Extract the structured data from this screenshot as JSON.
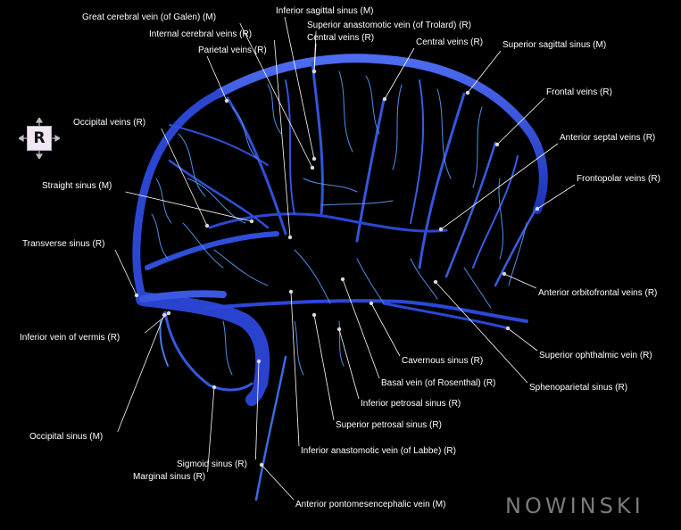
{
  "orientation": {
    "letter": "R"
  },
  "brand": {
    "text": "NOWINSKI"
  },
  "labels": [
    "Great cerebral vein (of Galen) (M)",
    "Internal cerebral veins (R)",
    "Parietal veins (R)",
    "Inferior sagittal sinus (M)",
    "Superior anastomotic vein (of Trolard) (R)",
    "Central veins (R)",
    "Central veins (R)",
    "Superior sagittal sinus (M)",
    "Occipital veins (R)",
    "Frontal veins (R)",
    "Anterior septal veins (R)",
    "Frontopolar veins (R)",
    "Straight sinus (M)",
    "Transverse sinus (R)",
    "Anterior orbitofrontal veins (R)",
    "Inferior vein of vermis (R)",
    "Superior ophthalmic vein (R)",
    "Cavernous sinus (R)",
    "Basal vein (of Rosenthal) (R)",
    "Sphenoparietal sinus (R)",
    "Inferior petrosal sinus (R)",
    "Superior petrosal sinus (R)",
    "Occipital sinus (M)",
    "Inferior anastomotic vein (of Labbe) (R)",
    "Sigmoid sinus (R)",
    "Marginal sinus (R)",
    "Anterior pontomesencephalic vein (M)"
  ],
  "colors": {
    "vessel": "#2f4fd8",
    "vessel_light": "#4f8fe8",
    "leader": "#ffffff",
    "background": "#000000"
  }
}
